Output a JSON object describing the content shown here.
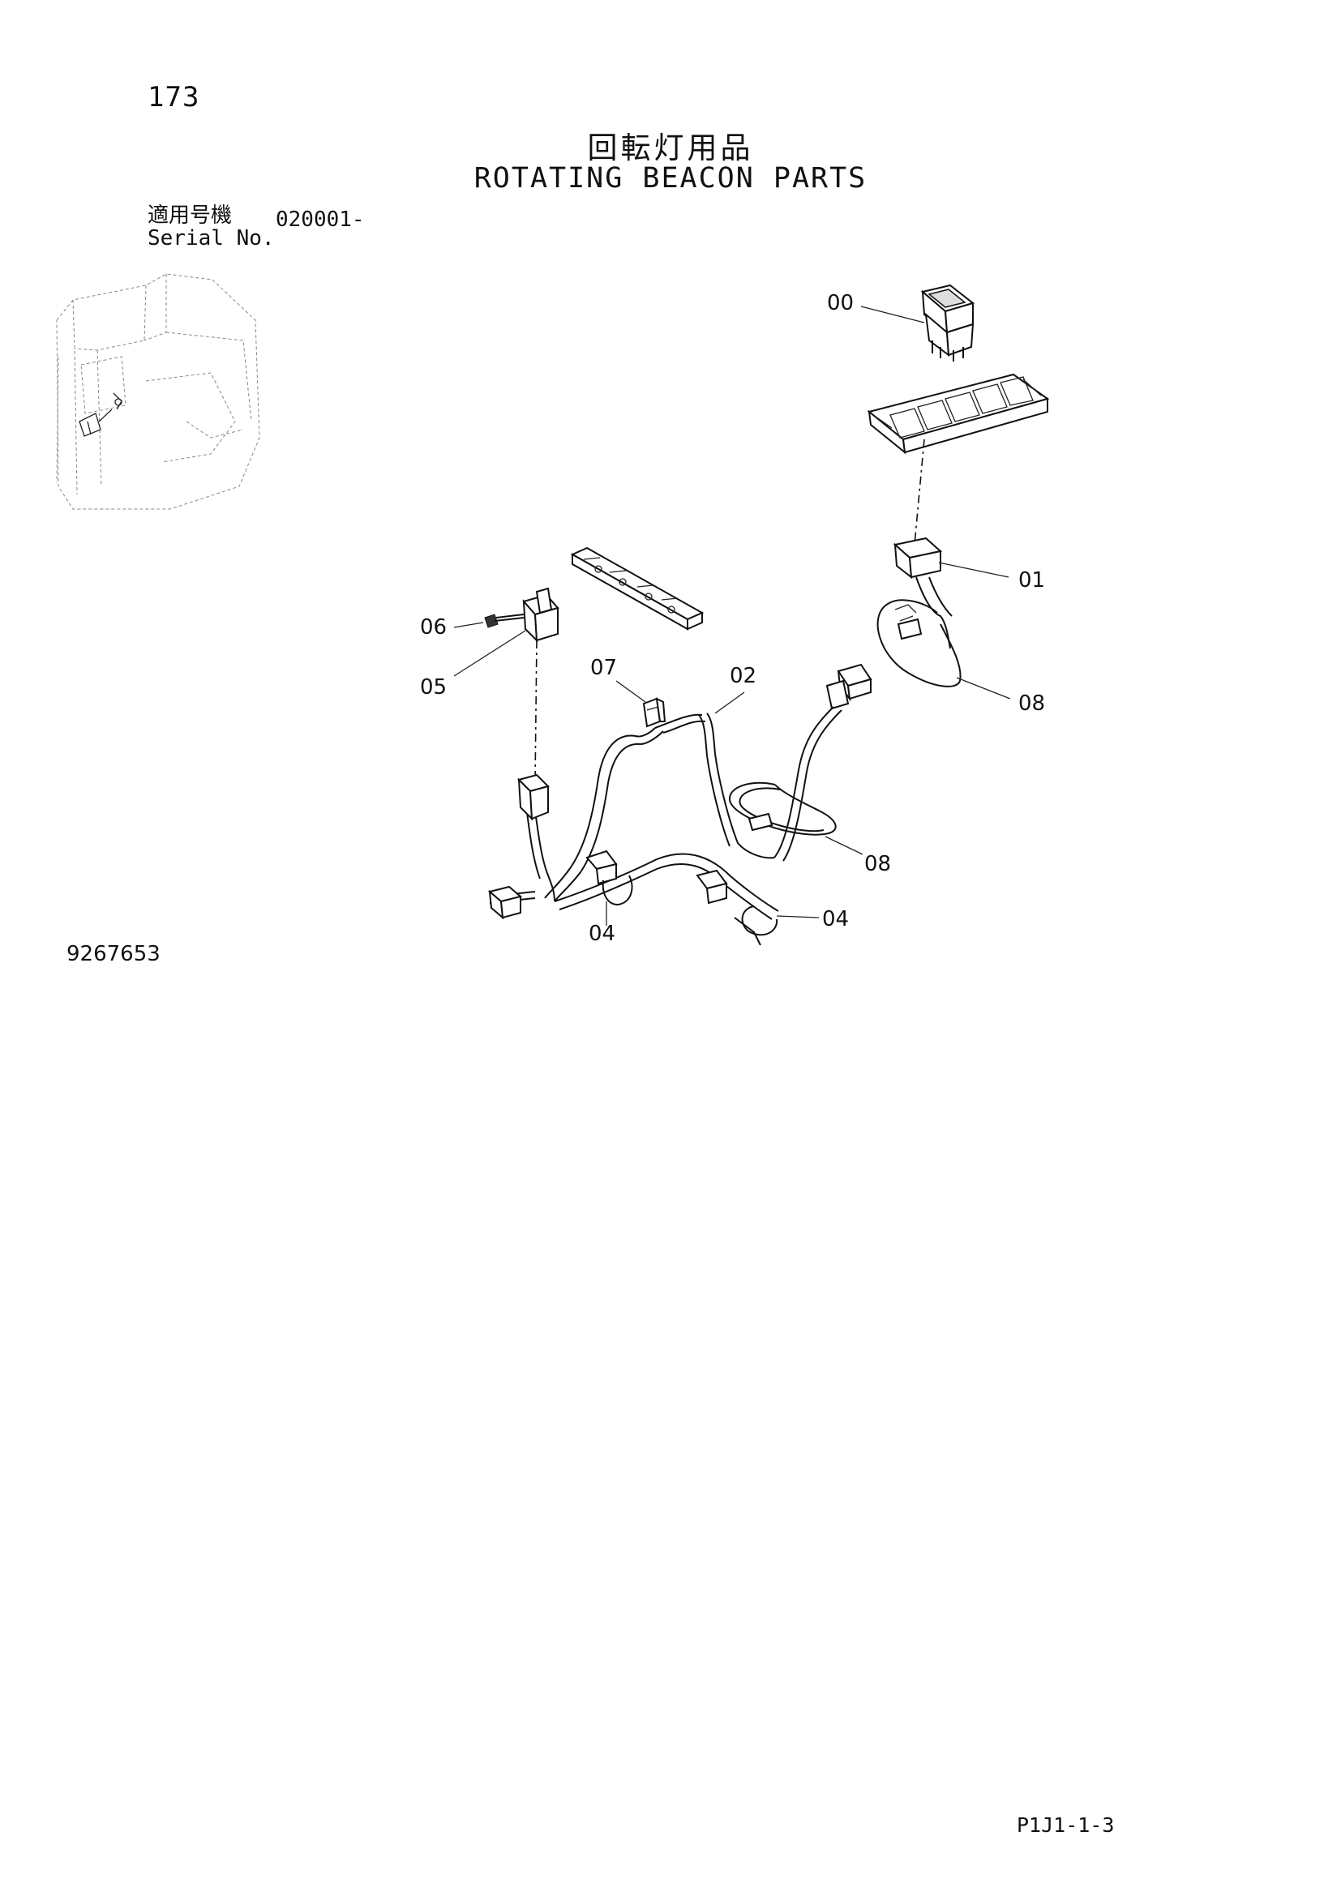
{
  "page_number": "173",
  "title_jp": "回転灯用品",
  "title_en": "ROTATING BEACON PARTS",
  "serial": {
    "label_jp": "適用号機",
    "label_en": "Serial No.",
    "value": "020001-"
  },
  "callouts": {
    "c00": "00",
    "c01": "01",
    "c02": "02",
    "c04a": "04",
    "c04b": "04",
    "c05": "05",
    "c06": "06",
    "c07": "07",
    "c08a": "08",
    "c08b": "08"
  },
  "figure_number": "9267653",
  "page_code": "P1J1-1-3"
}
